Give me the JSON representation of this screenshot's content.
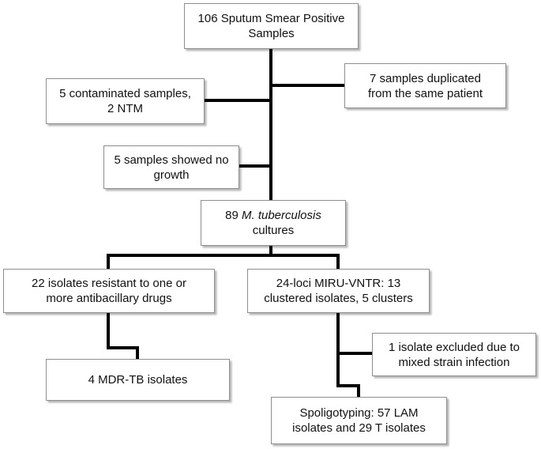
{
  "flowchart": {
    "type": "study-flow-diagram",
    "boxes": {
      "sputum": {
        "lines": [
          "106 Sputum Smear Positive",
          "Samples"
        ]
      },
      "duplicated": {
        "lines": [
          "7 samples duplicated",
          "from the same patient"
        ]
      },
      "contaminated": {
        "lines": [
          "5 contaminated samples,",
          "2 NTM"
        ]
      },
      "no_growth": {
        "lines": [
          "5 samples showed no",
          "growth"
        ]
      },
      "cultures": {
        "count_prefix": "89 ",
        "species_italic": "M. tuberculosis",
        "line2": "cultures"
      },
      "resistant": {
        "lines": [
          "22 isolates resistant to one or",
          "more antibacillary drugs"
        ]
      },
      "miru": {
        "lines": [
          "24-loci MIRU-VNTR: 13",
          "clustered isolates, 5 clusters"
        ]
      },
      "excluded": {
        "lines": [
          "1 isolate excluded due to",
          "mixed strain infection"
        ]
      },
      "mdr": {
        "lines": [
          "4 MDR-TB isolates"
        ]
      },
      "spoligo": {
        "lines": [
          "Spoligotyping: 57 LAM",
          "isolates and 29 T isolates"
        ]
      }
    },
    "edges": [
      {
        "from": "106 Sputum Smear Positive Samples",
        "to": "7 samples duplicated from the same patient"
      },
      {
        "from": "106 Sputum Smear Positive Samples",
        "to": "5 contaminated samples, 2 NTM"
      },
      {
        "from": "106 Sputum Smear Positive Samples",
        "to": "5 samples showed no growth"
      },
      {
        "from": "106 Sputum Smear Positive Samples",
        "to": "89 M. tuberculosis cultures"
      },
      {
        "from": "89 M. tuberculosis cultures",
        "to": "22 isolates resistant to one or more antibacillary drugs"
      },
      {
        "from": "89 M. tuberculosis cultures",
        "to": "24-loci MIRU-VNTR: 13 clustered isolates, 5 clusters"
      },
      {
        "from": "22 isolates resistant to one or more antibacillary drugs",
        "to": "4 MDR-TB isolates"
      },
      {
        "from": "24-loci MIRU-VNTR: 13 clustered isolates, 5 clusters",
        "to": "1 isolate excluded due to mixed strain infection"
      },
      {
        "from": "24-loci MIRU-VNTR: 13 clustered isolates, 5 clusters",
        "to": "Spoligotyping: 57 LAM isolates and 29 T isolates"
      }
    ],
    "colors": {
      "line": "#000000",
      "box_border": "#8e8e8e",
      "box_background": "#ffffff",
      "text": "#111111",
      "page_background": "#ffffff"
    }
  }
}
